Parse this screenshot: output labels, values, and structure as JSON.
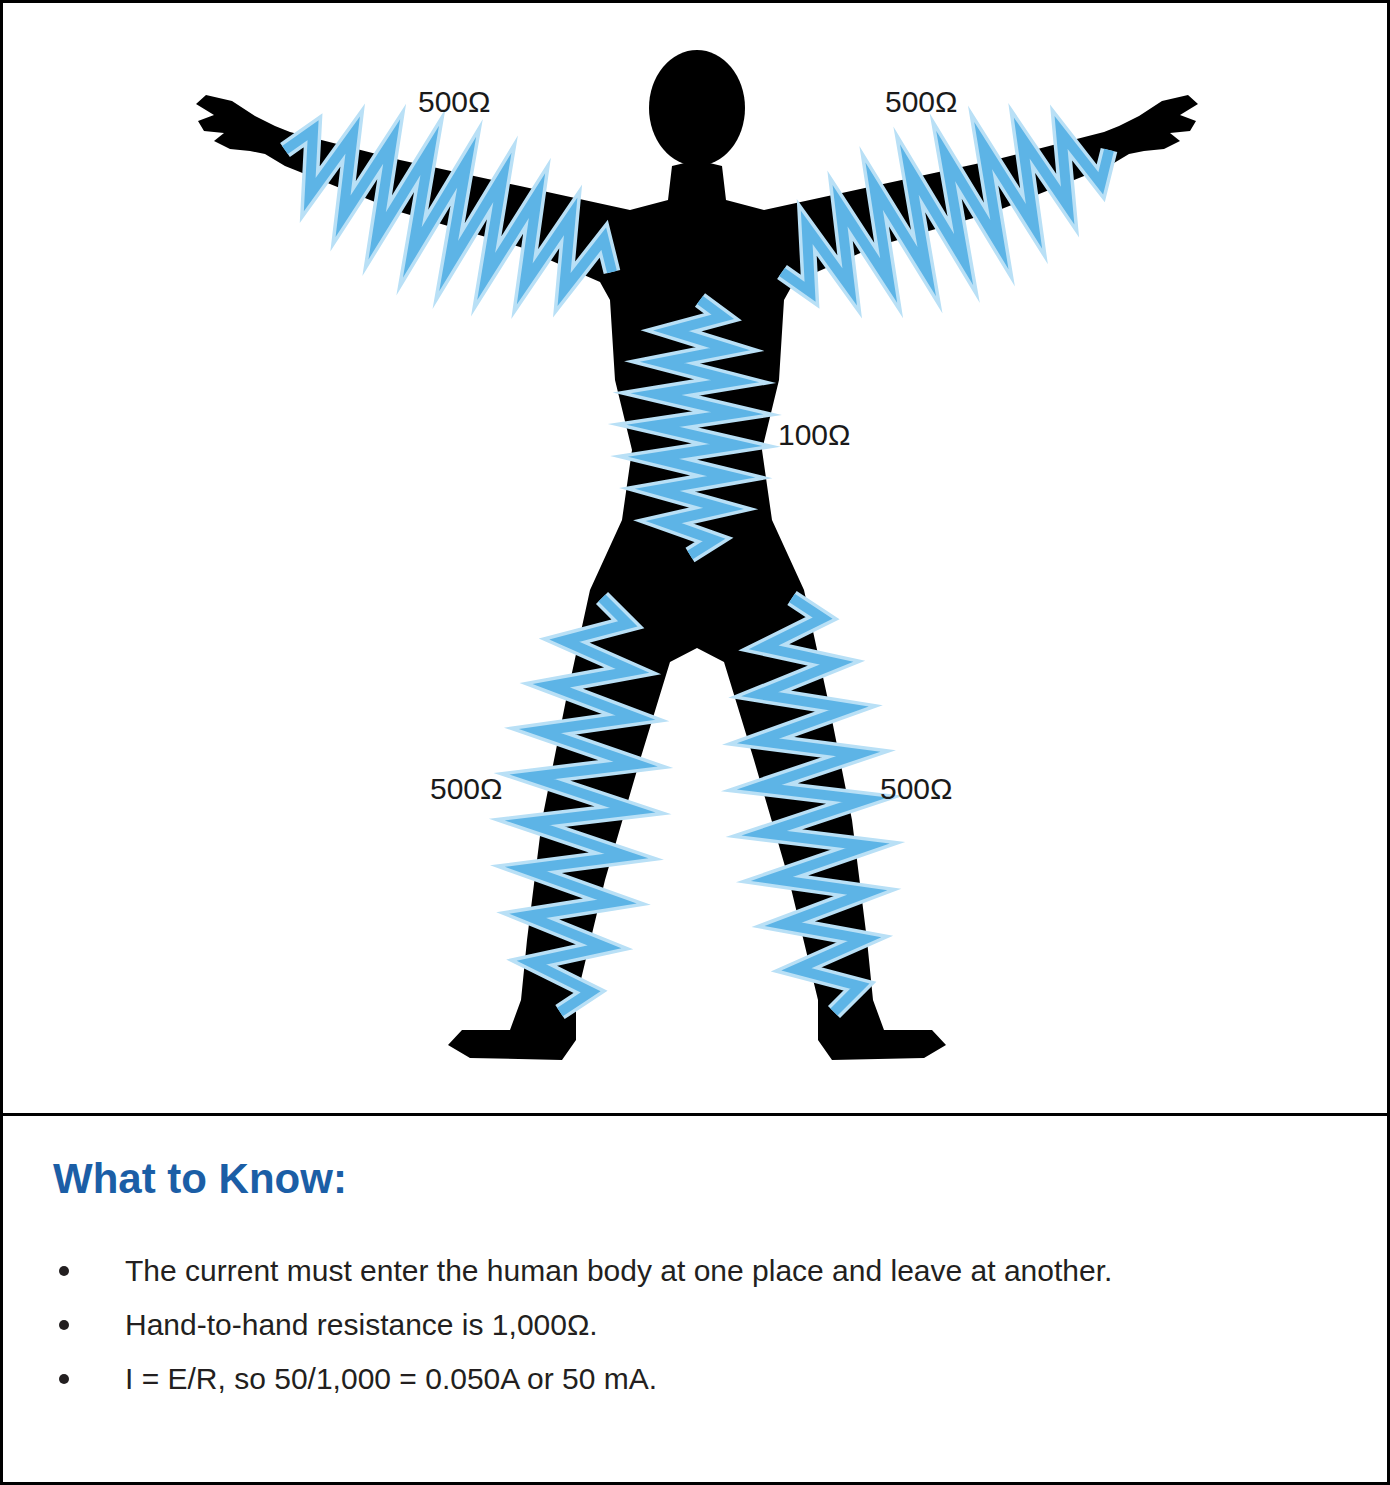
{
  "diagram": {
    "nodes": [
      {
        "text": [
          "What to Know:",
          "The current must enter the human body at one place and leave at another.",
          "Hand-to-hand resistance is 1,000Ω.",
          "I = E/R, so 50/1,000 = 0.050A or 50 mA."
        ]
      }
    ],
    "labels": [
      "500Ω",
      "500Ω",
      "100Ω",
      "500Ω",
      "500Ω"
    ]
  }
}
